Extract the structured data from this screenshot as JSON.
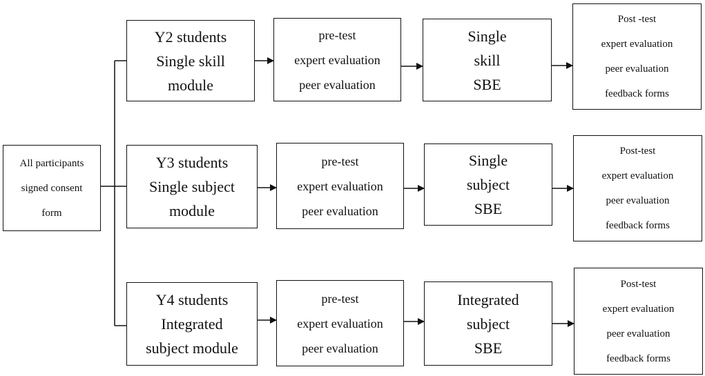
{
  "start": {
    "lines": [
      "All participants",
      "signed consent",
      "form"
    ]
  },
  "rows": [
    {
      "group": [
        "Y2 students",
        "Single skill",
        "module"
      ],
      "pretest": [
        "pre-test",
        "expert evaluation",
        "peer evaluation"
      ],
      "sbe": [
        "Single",
        "skill",
        "SBE"
      ],
      "posttest": [
        "Post -test",
        "expert evaluation",
        "peer evaluation",
        "feedback  forms"
      ]
    },
    {
      "group": [
        "Y3 students",
        "Single subject",
        "module"
      ],
      "pretest": [
        "pre-test",
        "expert evaluation",
        "peer evaluation"
      ],
      "sbe": [
        "Single",
        "subject",
        "SBE"
      ],
      "posttest": [
        "Post-test",
        "expert evaluation",
        "peer evaluation",
        "feedback  forms"
      ]
    },
    {
      "group": [
        "Y4 students",
        "Integrated",
        "subject module"
      ],
      "pretest": [
        "pre-test",
        "expert evaluation",
        "peer evaluation"
      ],
      "sbe": [
        "Integrated",
        "subject",
        "SBE"
      ],
      "posttest": [
        "Post-test",
        "expert evaluation",
        "peer evaluation",
        "feedback  forms"
      ]
    }
  ]
}
